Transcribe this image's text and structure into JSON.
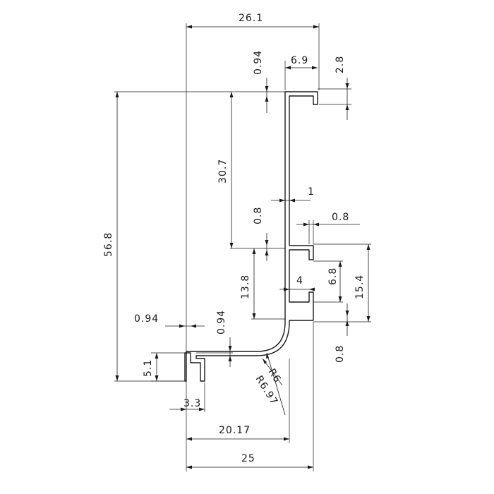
{
  "dimensions": {
    "overall_width": "26.1",
    "top_flange_thickness": "0.94",
    "top_lip_width": "6.9",
    "top_lip_height": "2.8",
    "upper_web_height": "30.7",
    "web_thickness": "1",
    "slot_top_thickness": "0.8",
    "slot_wall_thickness": "0.8",
    "total_height": "56.8",
    "slot_outer_height": "15.4",
    "slot_depth": "4",
    "slot_opening": "6.8",
    "lower_web_height": "13.8",
    "bottom_flange_thickness": "0.94",
    "bottom_lip_thickness": "0.94",
    "bottom_lip_height": "5.1",
    "bottom_slot_thickness": "0.8",
    "inner_radius": "R6",
    "outer_radius": "R6.97",
    "bottom_lip_width": "3.3",
    "inner_length": "20.17",
    "base_width": "25"
  },
  "colors": {
    "line": "#1a1a1a",
    "background": "#ffffff"
  }
}
